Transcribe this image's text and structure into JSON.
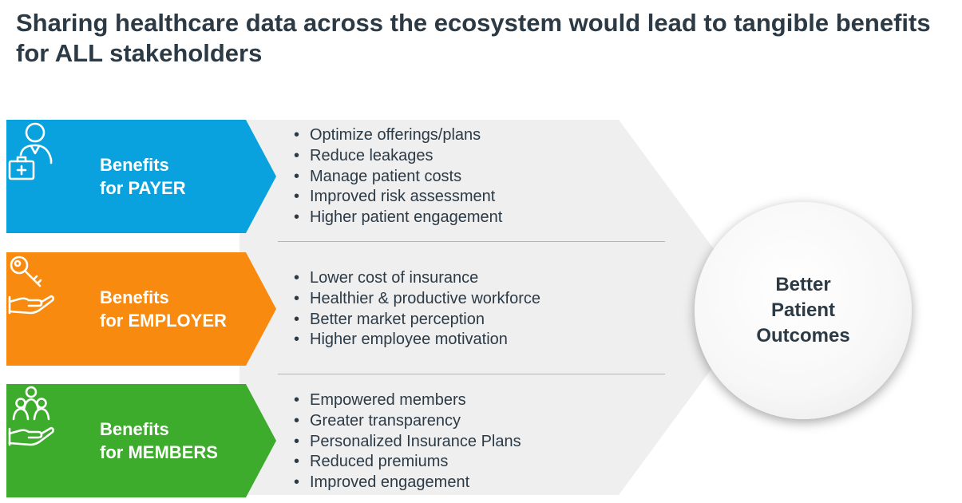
{
  "title": "Sharing healthcare data across the ecosystem would lead to tangible benefits for ALL stakeholders",
  "colors": {
    "payer": "#0aa2de",
    "employer": "#f78a0f",
    "members": "#3dac2c",
    "background_chevron": "#efefef",
    "text": "#2c3a46"
  },
  "stakeholders": [
    {
      "line1": "Benefits",
      "line2": "for PAYER",
      "icon": "doctor-with-medical-kit-icon",
      "bullets": [
        "Optimize offerings/plans",
        "Reduce leakages",
        "Manage patient costs",
        "Improved risk assessment",
        "Higher patient engagement"
      ]
    },
    {
      "line1": "Benefits",
      "line2": "for EMPLOYER",
      "icon": "key-in-hand-icon",
      "bullets": [
        "Lower cost of insurance",
        "Healthier & productive workforce",
        "Better market perception",
        "Higher employee motivation"
      ]
    },
    {
      "line1": "Benefits",
      "line2": "for MEMBERS",
      "icon": "group-in-hand-icon",
      "bullets": [
        "Empowered members",
        "Greater transparency",
        "Personalized Insurance Plans",
        "Reduced premiums",
        "Improved engagement"
      ]
    }
  ],
  "outcome": {
    "line1": "Better",
    "line2": "Patient",
    "line3": "Outcomes"
  }
}
